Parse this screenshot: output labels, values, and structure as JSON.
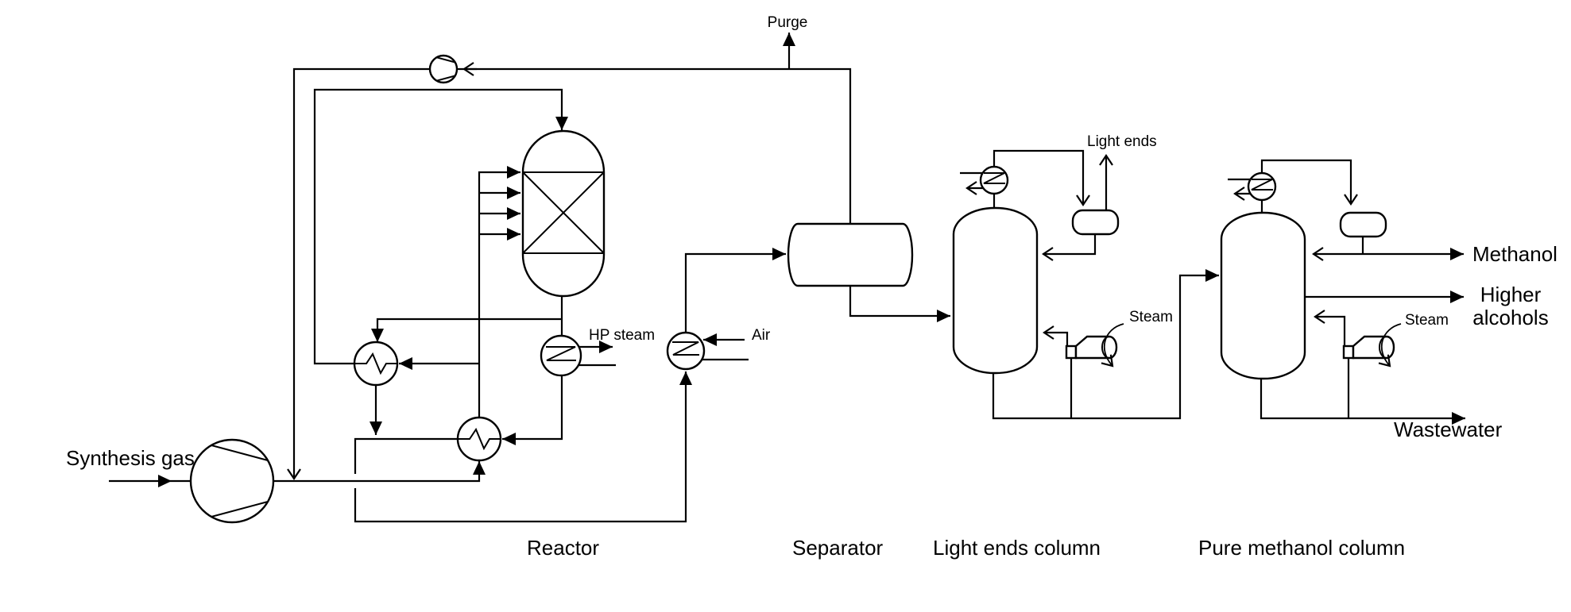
{
  "colors": {
    "line": "#000000",
    "background": "#ffffff"
  },
  "streams": {
    "synthesis_gas": "Synthesis gas",
    "purge": "Purge",
    "light_ends": "Light ends",
    "hp_steam": "HP steam",
    "air": "Air",
    "steam_light_ends_reboiler": "Steam",
    "steam_pure_methanol_reboiler": "Steam",
    "methanol": "Methanol",
    "higher_alcohols": {
      "line1": "Higher",
      "line2": "alcohols"
    },
    "wastewater": "Wastewater"
  },
  "equipment_captions": {
    "reactor": "Reactor",
    "separator": "Separator",
    "light_ends_column": "Light ends column",
    "pure_methanol_column": "Pure methanol column"
  }
}
